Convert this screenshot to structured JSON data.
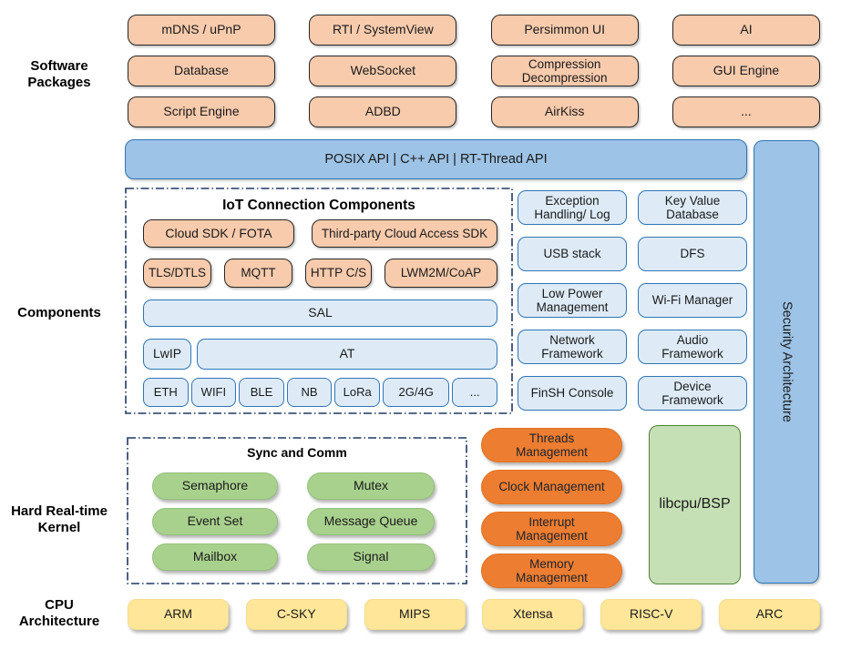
{
  "side_labels": {
    "software": "Software\nPackages",
    "components": "Components",
    "kernel": "Hard Real-time\nKernel",
    "cpu": "CPU\nArchitecture"
  },
  "packages": {
    "items": [
      "mDNS / uPnP",
      "RTI / SystemView",
      "Persimmon UI",
      "AI",
      "Database",
      "WebSocket",
      "Compression\nDecompression",
      "GUI Engine",
      "Script Engine",
      "ADBD",
      "AirKiss",
      "..."
    ]
  },
  "api_bar": {
    "label": "POSIX API | C++ API | RT-Thread API"
  },
  "security": {
    "label": "Security Architecture"
  },
  "iot": {
    "title": "IoT Connection Components",
    "top": [
      "Cloud SDK / FOTA",
      "Third-party Cloud Access SDK"
    ],
    "protocols": [
      "TLS/DTLS",
      "MQTT",
      "HTTP C/S",
      "LWM2M/CoAP"
    ],
    "sal": "SAL",
    "lwip": "LwIP",
    "at": "AT",
    "links": [
      "ETH",
      "WIFI",
      "BLE",
      "NB",
      "LoRa",
      "2G/4G",
      "..."
    ]
  },
  "services": {
    "items": [
      "Exception\nHandling/ Log",
      "Key Value\nDatabase",
      "USB stack",
      "DFS",
      "Low Power\nManagement",
      "Wi-Fi Manager",
      "Network\nFramework",
      "Audio\nFramework",
      "FinSH Console",
      "Device\nFramework"
    ]
  },
  "sync": {
    "title": "Sync and Comm",
    "items": [
      "Semaphore",
      "Mutex",
      "Event Set",
      "Message Queue",
      "Mailbox",
      "Signal"
    ]
  },
  "kernel_mgmt": {
    "items": [
      "Threads\nManagement",
      "Clock Management",
      "Interrupt\nManagement",
      "Memory\nManagement"
    ]
  },
  "libcpu": {
    "label": "libcpu/BSP"
  },
  "cpu": {
    "items": [
      "ARM",
      "C-SKY",
      "MIPS",
      "Xtensa",
      "RISC-V",
      "ARC"
    ]
  },
  "colors": {
    "peach": "#F8CBAD",
    "blue_strong": "#9DC3E6",
    "blue_light": "#DEEBF7",
    "blue_border": "#2E75B6",
    "green_pill": "#A9D18E",
    "green_light": "#C5E0B4",
    "green_border": "#538135",
    "orange_pill": "#ED7D31",
    "yellow": "#FFE699",
    "dash_navy": "#1F3864"
  }
}
